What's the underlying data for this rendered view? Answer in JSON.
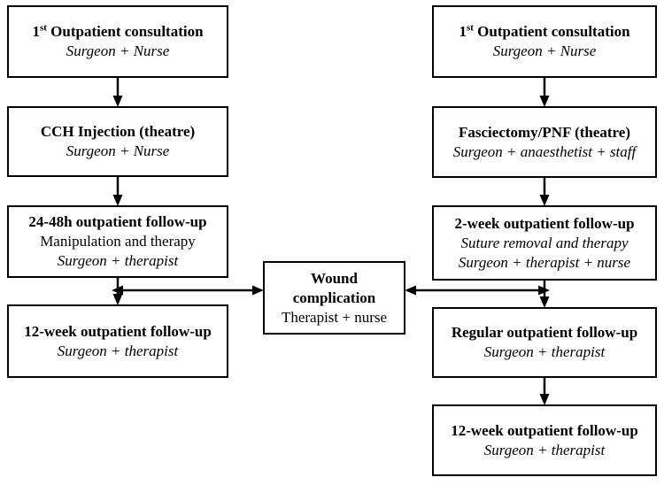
{
  "colors": {
    "line": "#000000",
    "box_border": "#000000",
    "box_background": "#ffffff",
    "page_background": "#ffffff"
  },
  "left_pathway": {
    "boxes": [
      {
        "title_number": "1",
        "title_ordinal": "st",
        "title_rest": " Outpatient consultation",
        "staff": "Surgeon + Nurse"
      },
      {
        "title": "CCH Injection (theatre)",
        "staff": "Surgeon + Nurse"
      },
      {
        "title": "24-48h outpatient follow-up",
        "detail": "Manipulation and therapy",
        "staff": "Surgeon + therapist"
      },
      {
        "title": "12-week outpatient follow-up",
        "staff": "Surgeon + therapist"
      }
    ]
  },
  "right_pathway": {
    "boxes": [
      {
        "title_number": "1",
        "title_ordinal": "st",
        "title_rest": " Outpatient consultation",
        "staff": "Surgeon + Nurse"
      },
      {
        "title": "Fasciectomy/PNF (theatre)",
        "staff": "Surgeon + anaesthetist + staff"
      },
      {
        "title": "2-week outpatient follow-up",
        "detail": "Suture removal and therapy",
        "staff": "Surgeon + therapist + nurse"
      },
      {
        "title": "Regular outpatient follow-up",
        "staff": "Surgeon + therapist"
      },
      {
        "title": "12-week outpatient follow-up",
        "staff": "Surgeon + therapist"
      }
    ]
  },
  "center_box": {
    "title": "Wound complication",
    "staff": "Therapist + nurse"
  }
}
